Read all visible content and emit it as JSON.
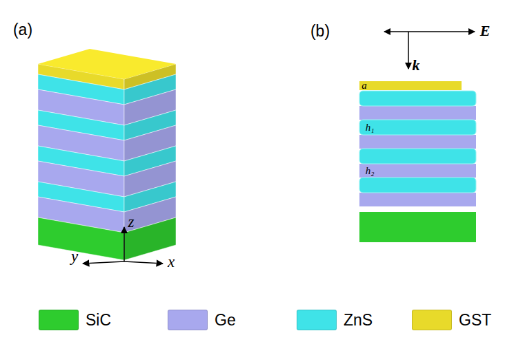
{
  "diagram": {
    "labels": [
      "(a)",
      "(b)",
      "E",
      "k",
      "a",
      "h₁",
      "h₂",
      "z",
      "y",
      "x"
    ],
    "legend": [
      {
        "text": "SiC",
        "color": "#2ecc2e"
      },
      {
        "text": "Ge",
        "color": "#a8a8ee"
      },
      {
        "text": "ZnS",
        "color": "#3fe3e8"
      },
      {
        "text": "GST",
        "color": "#e8da2a"
      }
    ]
  }
}
